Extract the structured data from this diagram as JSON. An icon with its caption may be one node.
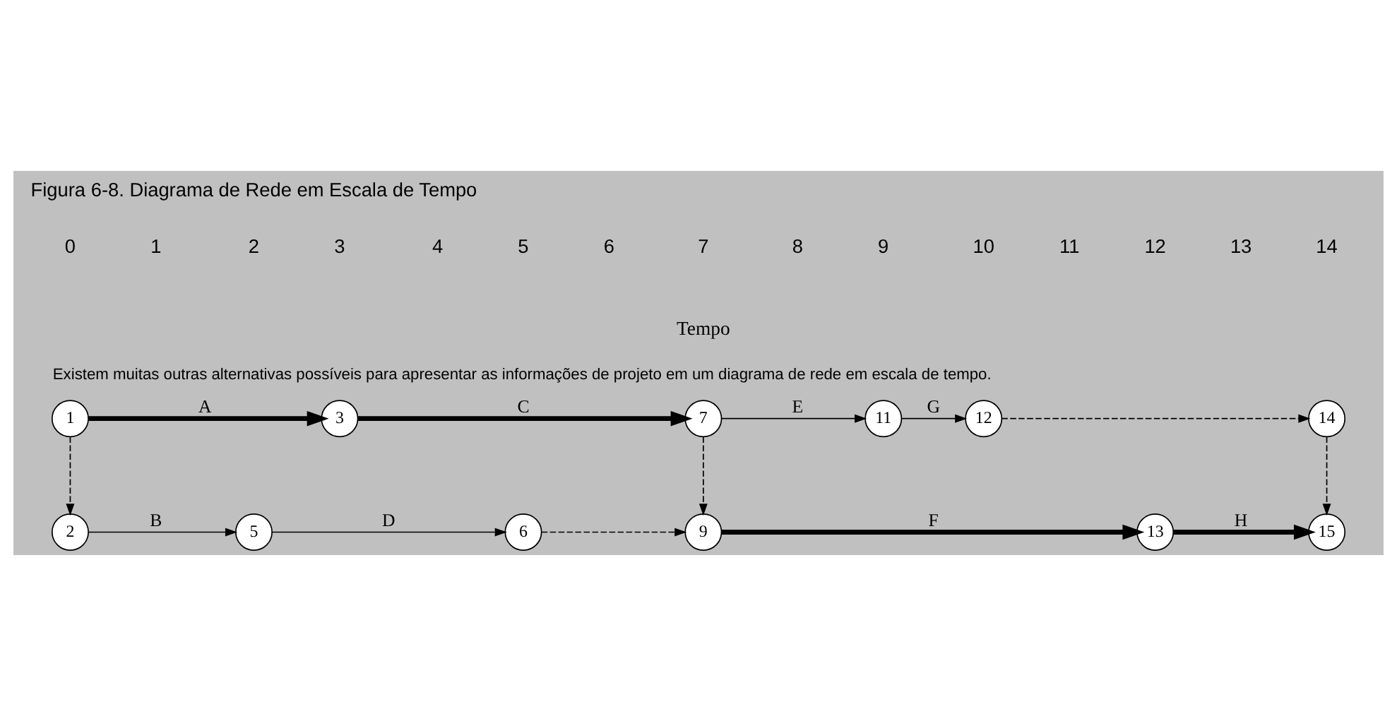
{
  "diagram": {
    "title": "Figura 6-8. Diagrama de Rede em Escala de Tempo",
    "caption": "Existem muitas outras alternativas possíveis para apresentar as informações de projeto em um diagrama de rede em escala de tempo.",
    "nodes": [
      {
        "text": [
          "1"
        ]
      },
      {
        "text": [
          "3"
        ]
      },
      {
        "text": [
          "7"
        ]
      },
      {
        "text": [
          "11"
        ]
      },
      {
        "text": [
          "12"
        ]
      },
      {
        "text": [
          "14"
        ]
      },
      {
        "text": [
          "2"
        ]
      },
      {
        "text": [
          "5"
        ]
      },
      {
        "text": [
          "6"
        ]
      },
      {
        "text": [
          "9"
        ]
      },
      {
        "text": [
          "13"
        ]
      },
      {
        "text": [
          "15"
        ]
      }
    ],
    "edges": [
      {
        "from": 0,
        "to": 1,
        "arrow": "to",
        "label": "A",
        "style": "thick"
      },
      {
        "from": 1,
        "to": 2,
        "arrow": "to",
        "label": "C",
        "style": "thick"
      },
      {
        "from": 2,
        "to": 3,
        "arrow": "to",
        "label": "E"
      },
      {
        "from": 3,
        "to": 4,
        "arrow": "to",
        "label": "G"
      },
      {
        "from": 4,
        "to": 5,
        "arrow": "to",
        "style": "dashed"
      },
      {
        "from": 0,
        "to": 6,
        "arrow": "to",
        "style": "dashed"
      },
      {
        "from": 2,
        "to": 9,
        "arrow": "to",
        "style": "dashed"
      },
      {
        "from": 5,
        "to": 11,
        "arrow": "to",
        "style": "dashed"
      },
      {
        "from": 6,
        "to": 7,
        "arrow": "to",
        "label": "B"
      },
      {
        "from": 7,
        "to": 8,
        "arrow": "to",
        "label": "D"
      },
      {
        "from": 8,
        "to": 9,
        "arrow": "to",
        "style": "dashed"
      },
      {
        "from": 9,
        "to": 10,
        "arrow": "to",
        "label": "F",
        "style": "thick"
      },
      {
        "from": 10,
        "to": 11,
        "arrow": "to",
        "label": "H",
        "style": "thick"
      }
    ],
    "labels": [
      "0",
      "1",
      "2",
      "3",
      "4",
      "5",
      "6",
      "7",
      "8",
      "9",
      "10",
      "11",
      "12",
      "13",
      "14",
      "Tempo"
    ]
  }
}
